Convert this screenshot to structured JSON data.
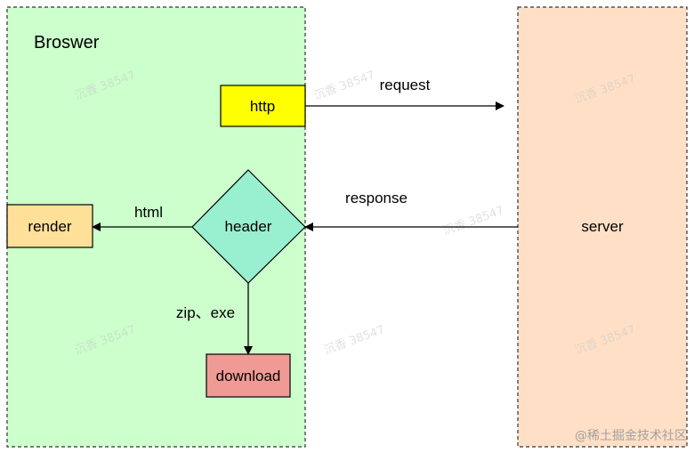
{
  "browser": {
    "title": "Broswer",
    "fill": "#ccffcc"
  },
  "server": {
    "label": "server",
    "fill": "#ffe0c6"
  },
  "nodes": {
    "http": {
      "label": "http",
      "fill": "#ffff00"
    },
    "header": {
      "label": "header",
      "fill": "#99f0d0"
    },
    "render": {
      "label": "render",
      "fill": "#ffe099"
    },
    "download": {
      "label": "download",
      "fill": "#f09a95"
    }
  },
  "edges": {
    "request": "request",
    "response": "response",
    "html": "html",
    "zip_exe": "zip、exe"
  },
  "watermark": {
    "repeat_text": "沉香 38547",
    "footer": "@稀土掘金技术社区"
  }
}
